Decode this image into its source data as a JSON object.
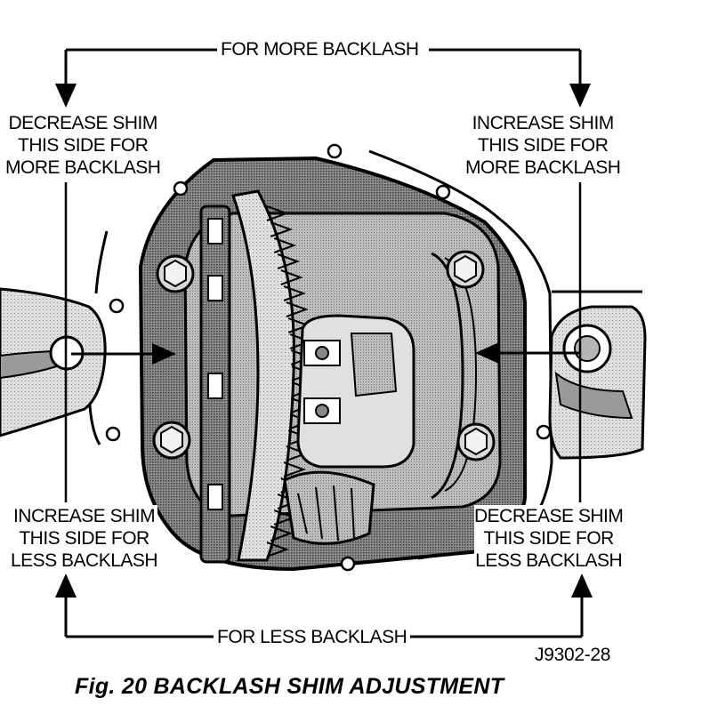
{
  "labels": {
    "top": "FOR MORE BACKLASH",
    "bottom": "FOR LESS BACKLASH",
    "top_left": [
      "DECREASE SHIM",
      "THIS SIDE FOR",
      "MORE BACKLASH"
    ],
    "top_right": [
      "INCREASE SHIM",
      "THIS SIDE FOR",
      "MORE BACKLASH"
    ],
    "bottom_left": [
      "INCREASE SHIM",
      "THIS SIDE FOR",
      "LESS BACKLASH"
    ],
    "bottom_right": [
      "DECREASE SHIM",
      "THIS SIDE FOR",
      "LESS BACKLASH"
    ]
  },
  "figure_code": "J9302-28",
  "caption": "Fig. 20 BACKLASH SHIM ADJUSTMENT",
  "colors": {
    "ink": "#000000",
    "housing_fill": "#8a8a8a",
    "inner_fill": "#d0d0d0",
    "paper": "#ffffff"
  }
}
